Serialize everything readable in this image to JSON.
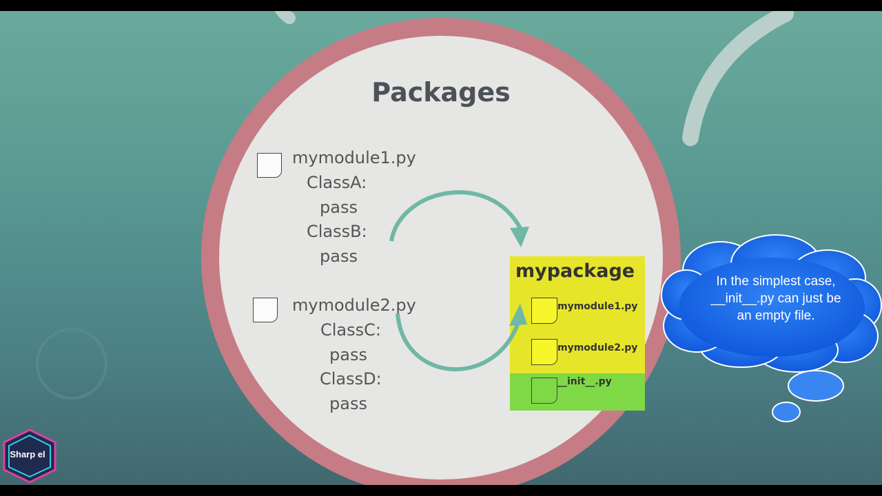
{
  "slide": {
    "title": "Packages"
  },
  "modules": [
    {
      "filename": "mymodule1.py",
      "lines": [
        "ClassA:",
        "pass",
        "ClassB:",
        "pass"
      ]
    },
    {
      "filename": "mymodule2.py",
      "lines": [
        "ClassC:",
        "pass",
        "ClassD:",
        "pass"
      ]
    }
  ],
  "package": {
    "name": "mypackage",
    "files": [
      "mymodule1.py",
      "mymodule2.py",
      "__init__.py"
    ],
    "colors": {
      "package_fill": "#e6e52a",
      "module_file": "#f6f62a",
      "init_fill": "#7fd845"
    }
  },
  "callout": {
    "text_line1": "In the simplest case,",
    "text_line2": "__init__.py can just be",
    "text_line3": "an empty file.",
    "color": "#1560e0"
  },
  "logo": {
    "text": "Sharp el"
  },
  "colors": {
    "ring": "#c67c84",
    "disc": "#e6e6e4",
    "arrow": "#6fb7a6"
  }
}
